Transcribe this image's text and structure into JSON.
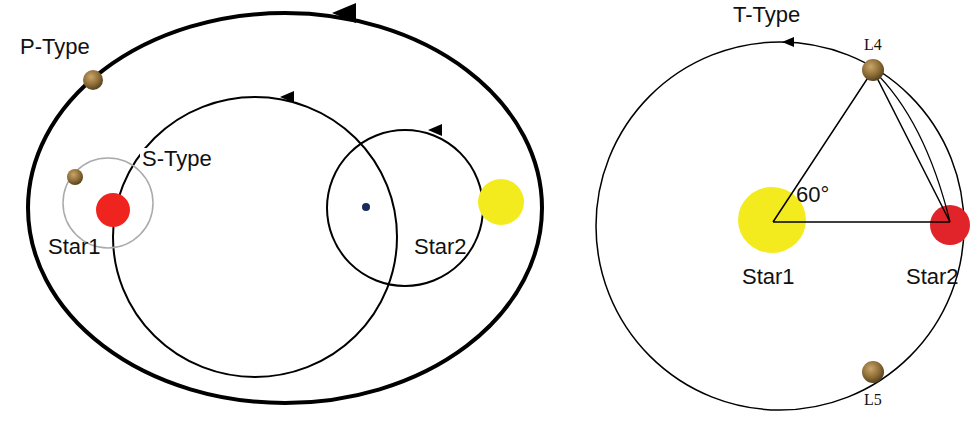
{
  "diagram": {
    "labels": [
      "P-Type",
      "S-Type",
      "Star1",
      "Star2",
      "T-Type",
      "60°",
      "L4",
      "Star1",
      "Star2",
      "L5"
    ]
  }
}
